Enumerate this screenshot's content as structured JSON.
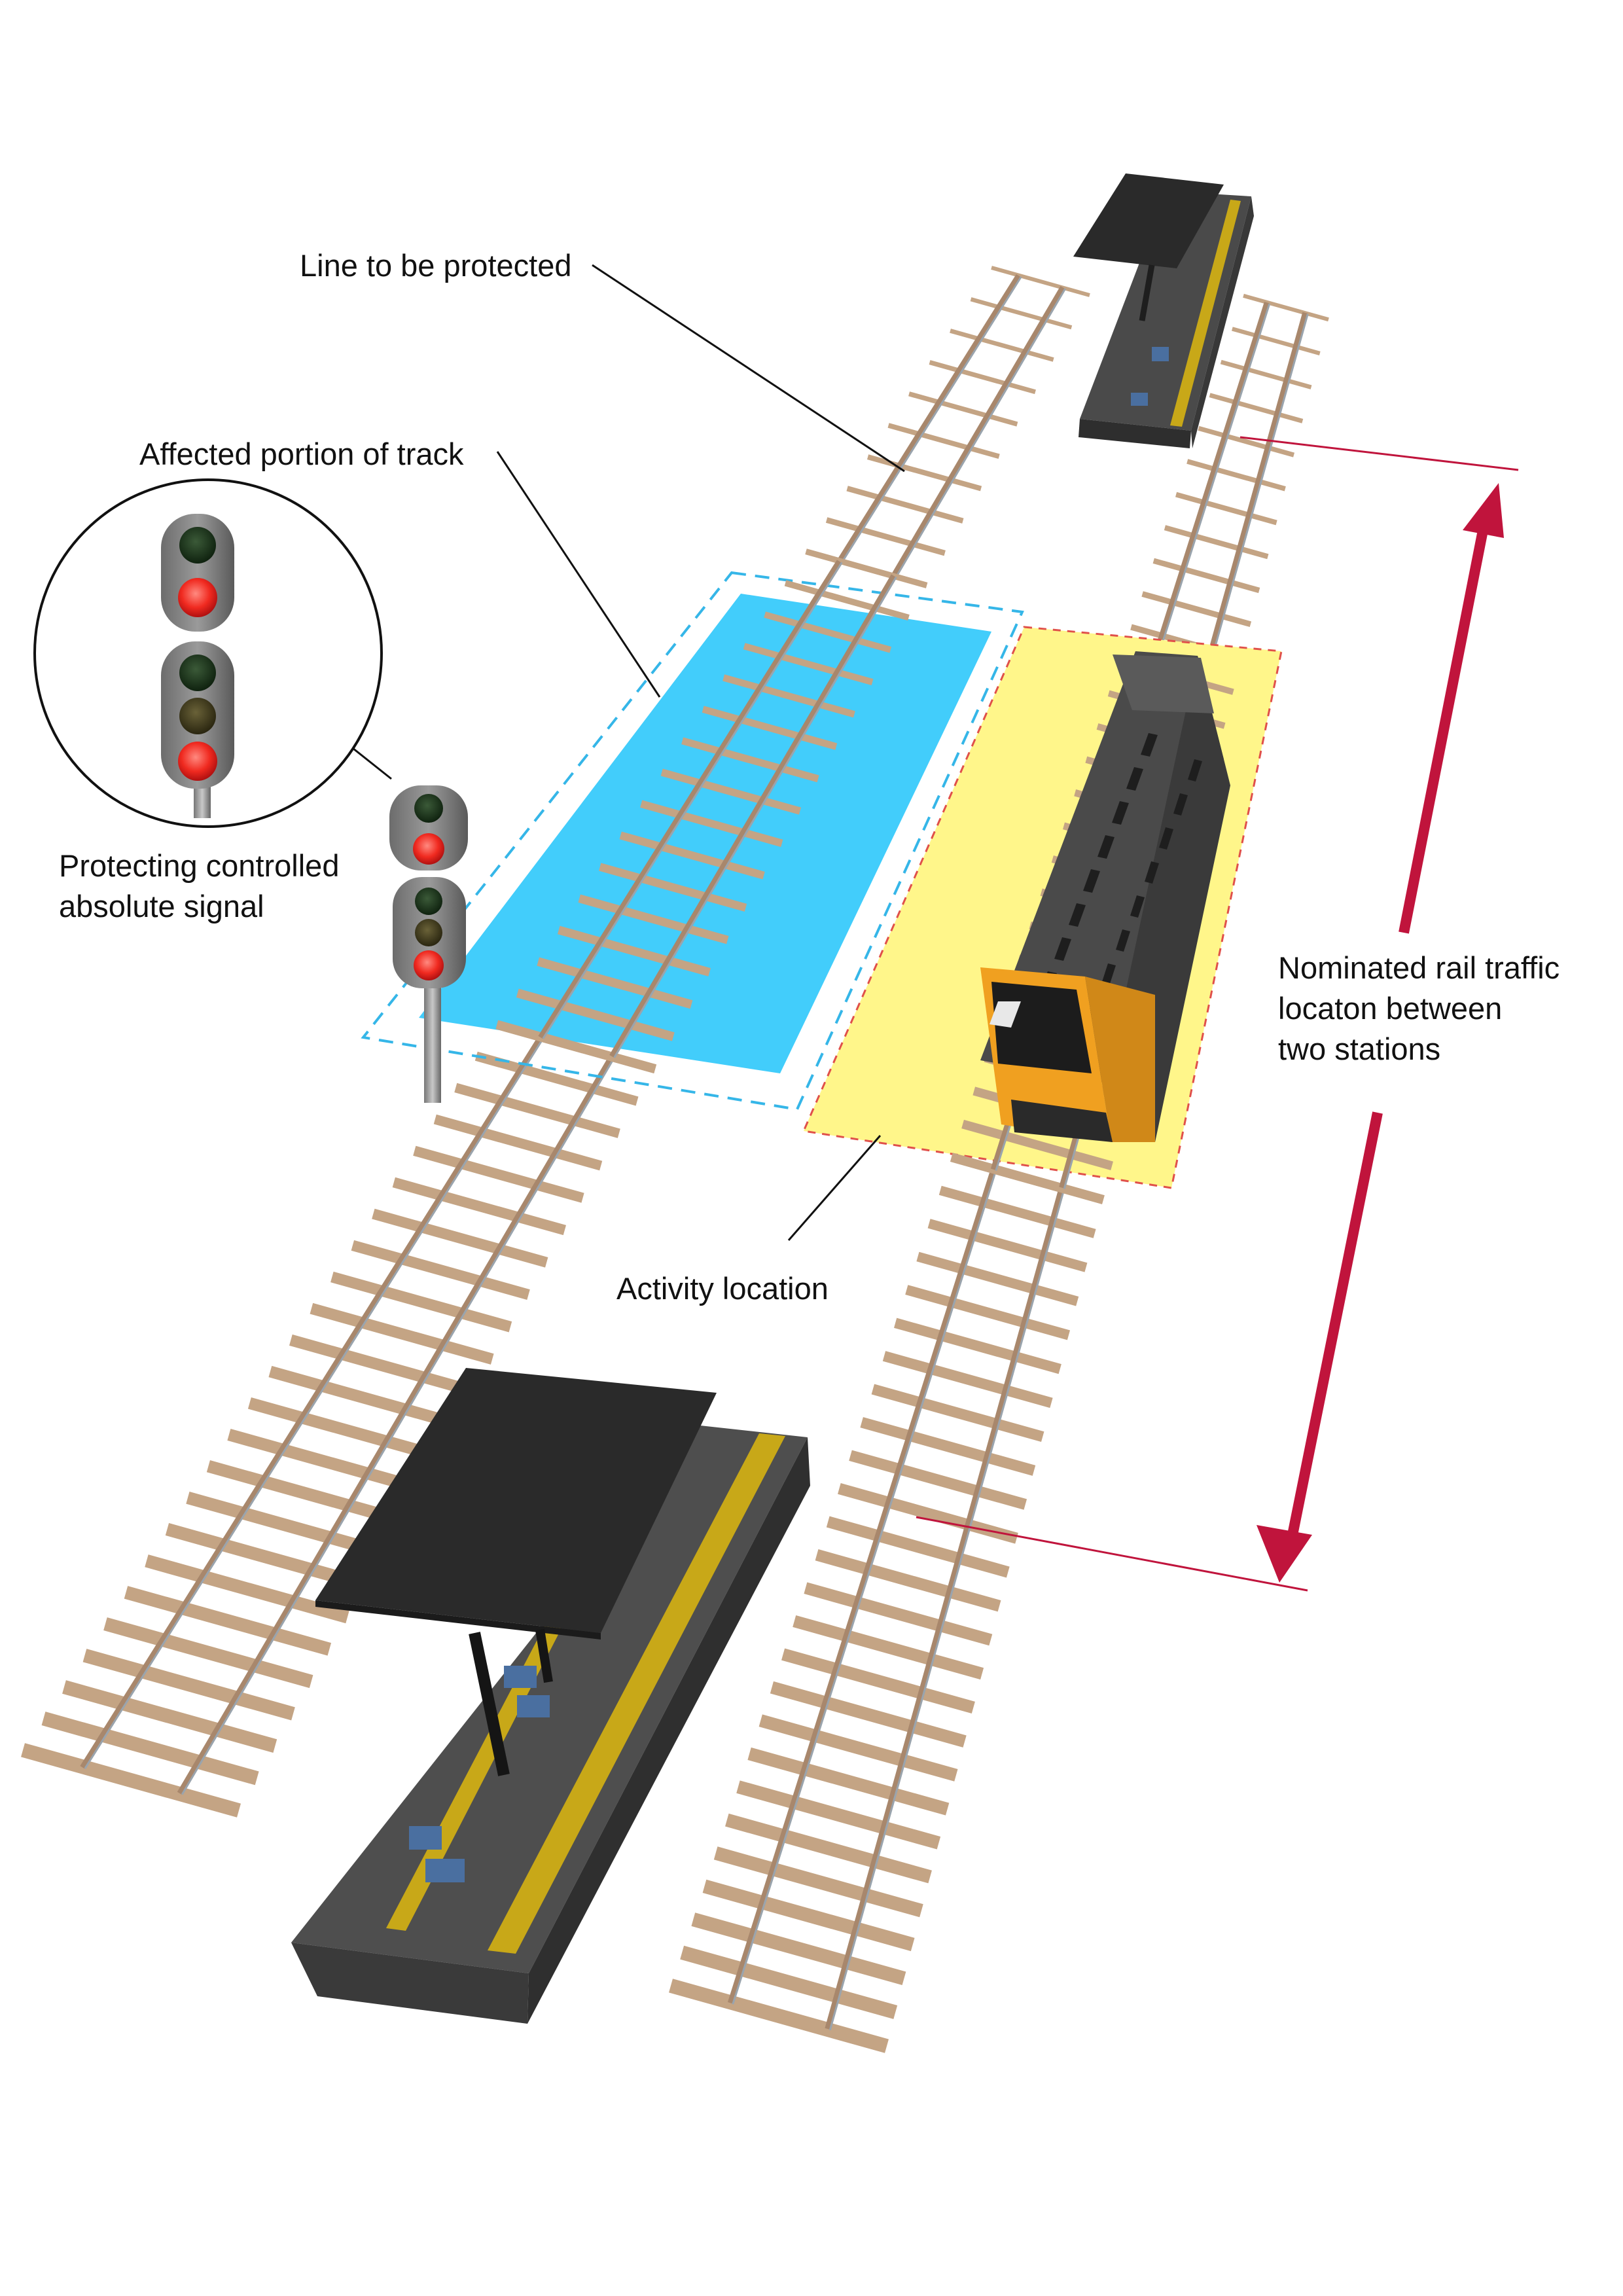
{
  "labels": {
    "line_to_be_protected": "Line to be protected",
    "affected_portion": "Affected portion of track",
    "protecting_signal_line1": "Protecting controlled",
    "protecting_signal_line2": "absolute signal",
    "activity_location": "Activity location",
    "nominated_line1": "Nominated rail traffic",
    "nominated_line2": "locaton between",
    "nominated_line3": "two stations"
  },
  "colors": {
    "affected_zone": "#3ccbfb",
    "affected_outline": "#35b6e8",
    "activity_zone": "#fff68a",
    "activity_outline": "#e0504a",
    "nominated_arrow": "#c0143c",
    "sleeper": "#c4a484",
    "rail": "#a8876c",
    "train_body": "#4a4a4a",
    "train_front": "#f0a020",
    "platform": "#555555",
    "platform_stripe": "#c8a818",
    "canopy": "#2a2a2a",
    "signal_red": "#ee2a22",
    "signal_green_off": "#1f3a1e",
    "signal_amber_off": "#4a4420"
  },
  "icons": {
    "signal": "signal-light-icon",
    "train": "train-icon",
    "platform": "station-platform-icon",
    "bench": "bench-icon"
  }
}
